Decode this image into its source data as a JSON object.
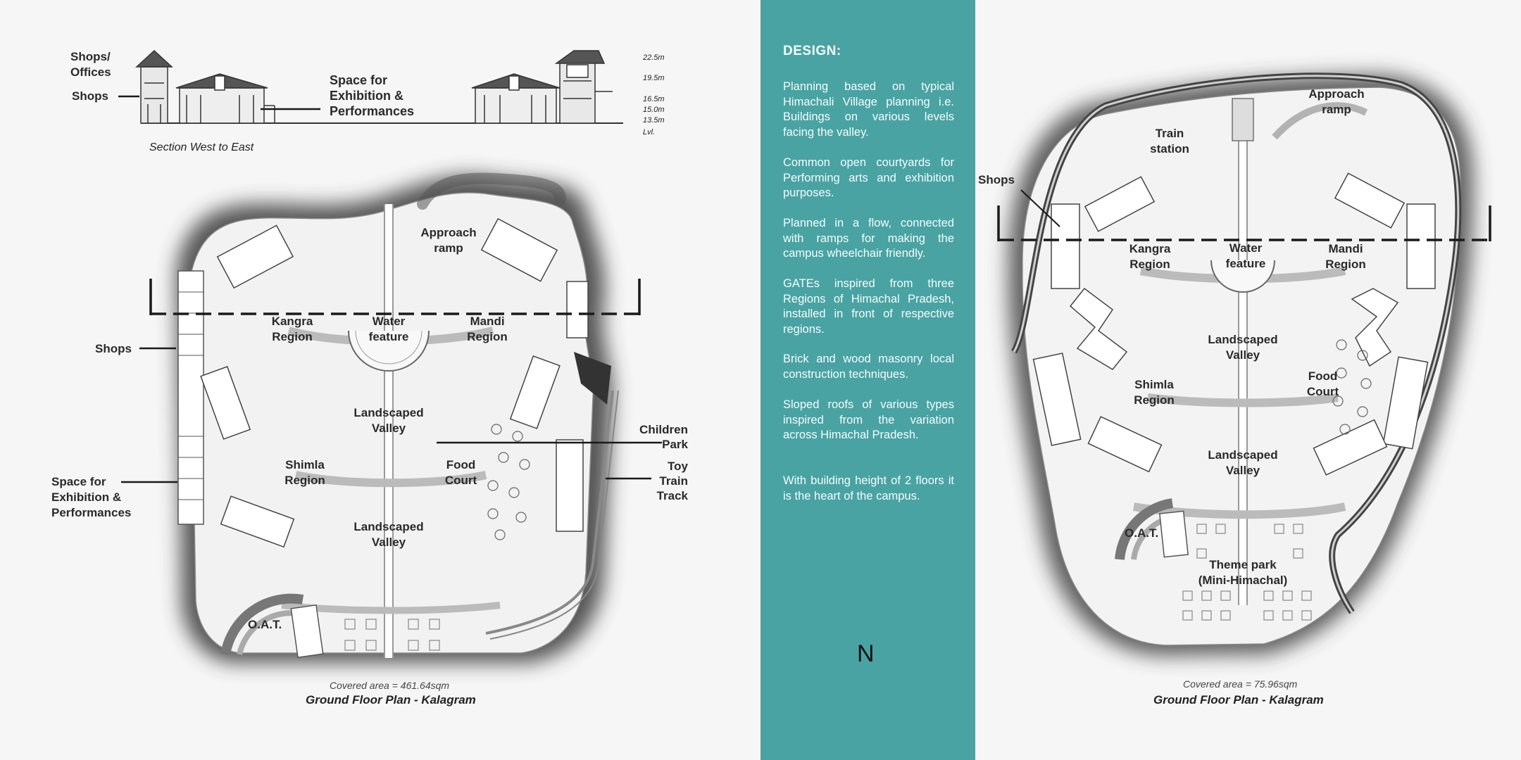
{
  "left_plan": {
    "section": {
      "title": "Section West to East",
      "labels": {
        "shops_offices": "Shops/\nOffices",
        "shops": "Shops",
        "exhibition": "Space for\nExhibition &\nPerformances"
      },
      "levels": [
        "22.5m",
        "19.5m",
        "16.5m",
        "15.0m",
        "13.5m",
        "Lvl."
      ]
    },
    "labels": {
      "approach_ramp": "Approach\nramp",
      "kangra": "Kangra\nRegion",
      "water": "Water\nfeature",
      "mandi": "Mandi\nRegion",
      "shops": "Shops",
      "landscaped_upper": "Landscaped\nValley",
      "children_park": "Children\nPark",
      "food_court": "Food\nCourt",
      "toy_train": "Toy\nTrain\nTrack",
      "shimla": "Shimla\nRegion",
      "exhibition": "Space for\nExhibition &\nPerformances",
      "landscaped_lower": "Landscaped\nValley",
      "oat": "O.A.T."
    },
    "covered_area": "Covered area = 461.64sqm",
    "caption": "Ground Floor Plan - Kalagram"
  },
  "design_panel": {
    "heading": "DESIGN:",
    "paragraphs": [
      "Planning based on typical Himachali Village planning i.e. Buildings on various levels facing the valley.",
      "Common open courtyards for Performing arts and exhibition purposes.",
      "Planned in a flow, connected with ramps for making the campus wheelchair friendly.",
      "GATEs inspired from three Regions of Himachal Pradesh, installed in front of respective regions.",
      "Brick and wood masonry local construction techniques.",
      "Sloped roofs of various types inspired from the variation across Himachal Pradesh.",
      "With building height of 2 floors it is the heart of the campus."
    ],
    "north_label": "N",
    "colors": {
      "panel": "#4aa3a3",
      "text": "#f4fbfb"
    }
  },
  "right_plan": {
    "labels": {
      "approach_ramp": "Approach\nramp",
      "train_station": "Train\nstation",
      "shops": "Shops",
      "kangra": "Kangra\nRegion",
      "water": "Water\nfeature",
      "mandi": "Mandi\nRegion",
      "landscaped_upper": "Landscaped\nValley",
      "shimla": "Shimla\nRegion",
      "food_court": "Food\nCourt",
      "landscaped_lower": "Landscaped\nValley",
      "oat": "O.A.T.",
      "theme_park": "Theme park\n(Mini-Himachal)"
    },
    "covered_area": "Covered area = 75.96sqm",
    "caption": "Ground Floor Plan - Kalagram"
  }
}
